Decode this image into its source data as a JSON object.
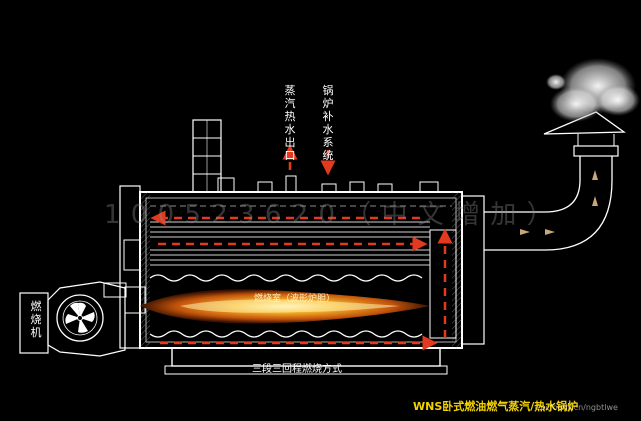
{
  "labels": {
    "steam_outlet": "蒸汽热水出口",
    "feedwater": "锅炉补水系统",
    "burner": "燃烧机",
    "flame": "燃烧室（波形炉胆）",
    "method": "三段三回程燃烧方式",
    "caption": "WNS卧式燃油燃气蒸汽/热水锅炉"
  },
  "watermark": "1  0 0 5 2 3 6 2 0 （ 中 文 增 加 ）",
  "site": "cpcfoody.cn/ngbtlwe",
  "colors": {
    "background": "#000000",
    "outline": "#ffffff",
    "flow_arrow": "#e23a1e",
    "flame": "#f5a21a",
    "flue_arrow": "#c8a878",
    "caption": "#f2d200"
  }
}
